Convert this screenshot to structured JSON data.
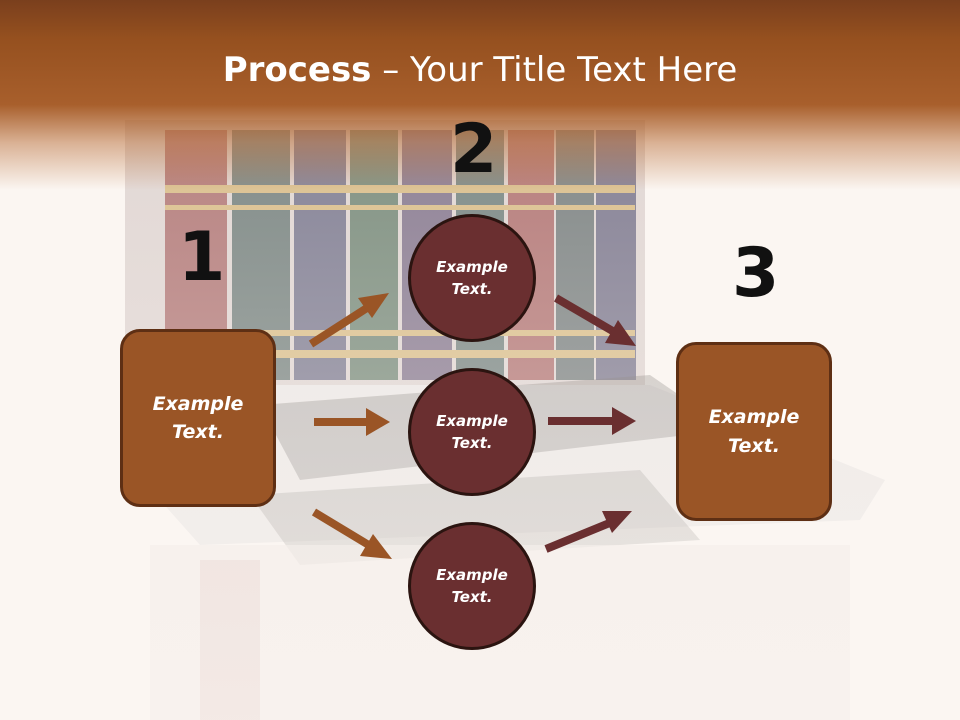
{
  "title": {
    "bold": "Process",
    "rest": " – Your Title Text Here"
  },
  "steps": [
    {
      "number": "1",
      "text": "Example Text."
    },
    {
      "number": "2",
      "text": "Example Text."
    },
    {
      "number": "3",
      "text": "Example Text."
    }
  ],
  "circles": [
    {
      "text": "Example Text."
    },
    {
      "text": "Example Text."
    },
    {
      "text": "Example Text."
    }
  ],
  "colors": {
    "header": "#a85f2c",
    "box_fill": "#9a5526",
    "circle_fill": "#6a2f30",
    "arrow_left": "#9a5526",
    "arrow_right": "#6a2f30"
  }
}
